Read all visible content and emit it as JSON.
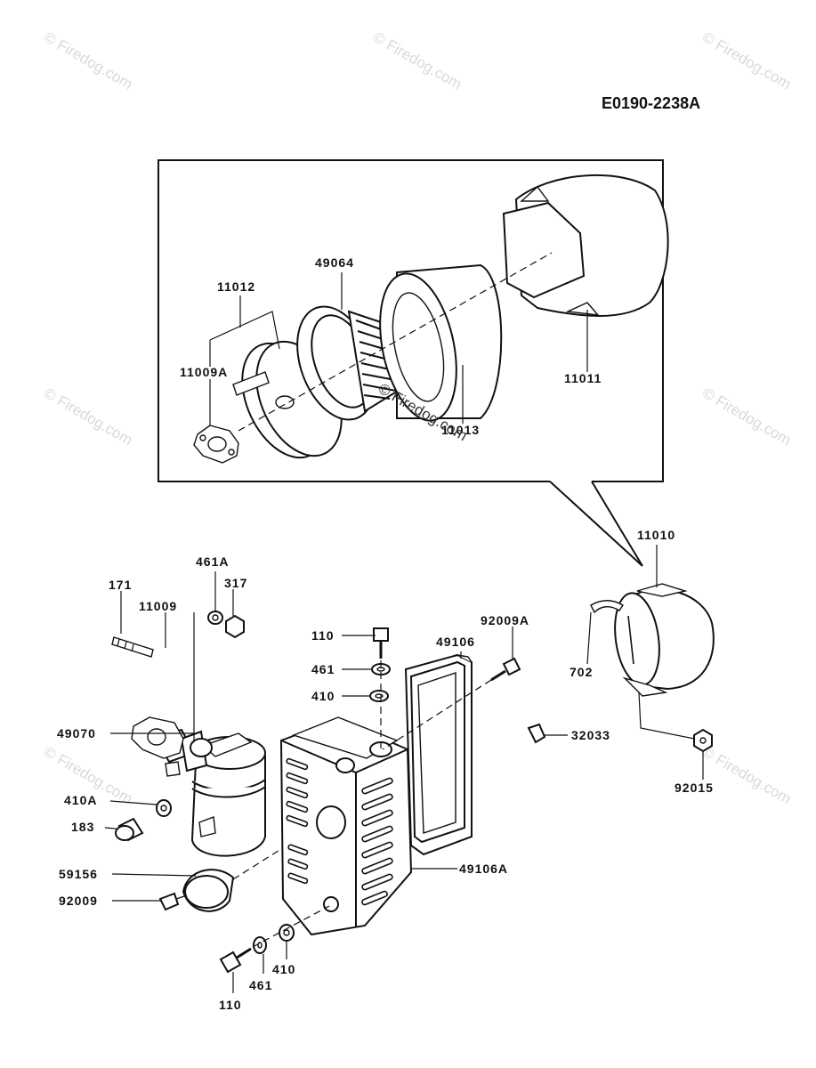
{
  "title": "E0190-2238A",
  "watermarks": [
    "© Firedog.com",
    "© Firedog.com",
    "© Firedog.com",
    "© Firedog.com",
    "© Firedog.com",
    "© Firedog.com",
    "© Firedog.com"
  ],
  "center_watermark": "© Firedog.com",
  "labels": {
    "p11012": "11012",
    "p49064": "49064",
    "p11009A": "11009A",
    "p11013": "11013",
    "p11011": "11011",
    "p11010": "11010",
    "p171": "171",
    "p461A": "461A",
    "p317": "317",
    "p11009": "11009",
    "p110top": "110",
    "p461top": "461",
    "p410top": "410",
    "p92009A": "92009A",
    "p49106": "49106",
    "p702": "702",
    "p32033": "32033",
    "p92015": "92015",
    "p49070": "49070",
    "p410A": "410A",
    "p183": "183",
    "p59156": "59156",
    "p92009": "92009",
    "p49106A": "49106A",
    "p410bot": "410",
    "p461bot": "461",
    "p110bot": "110"
  }
}
